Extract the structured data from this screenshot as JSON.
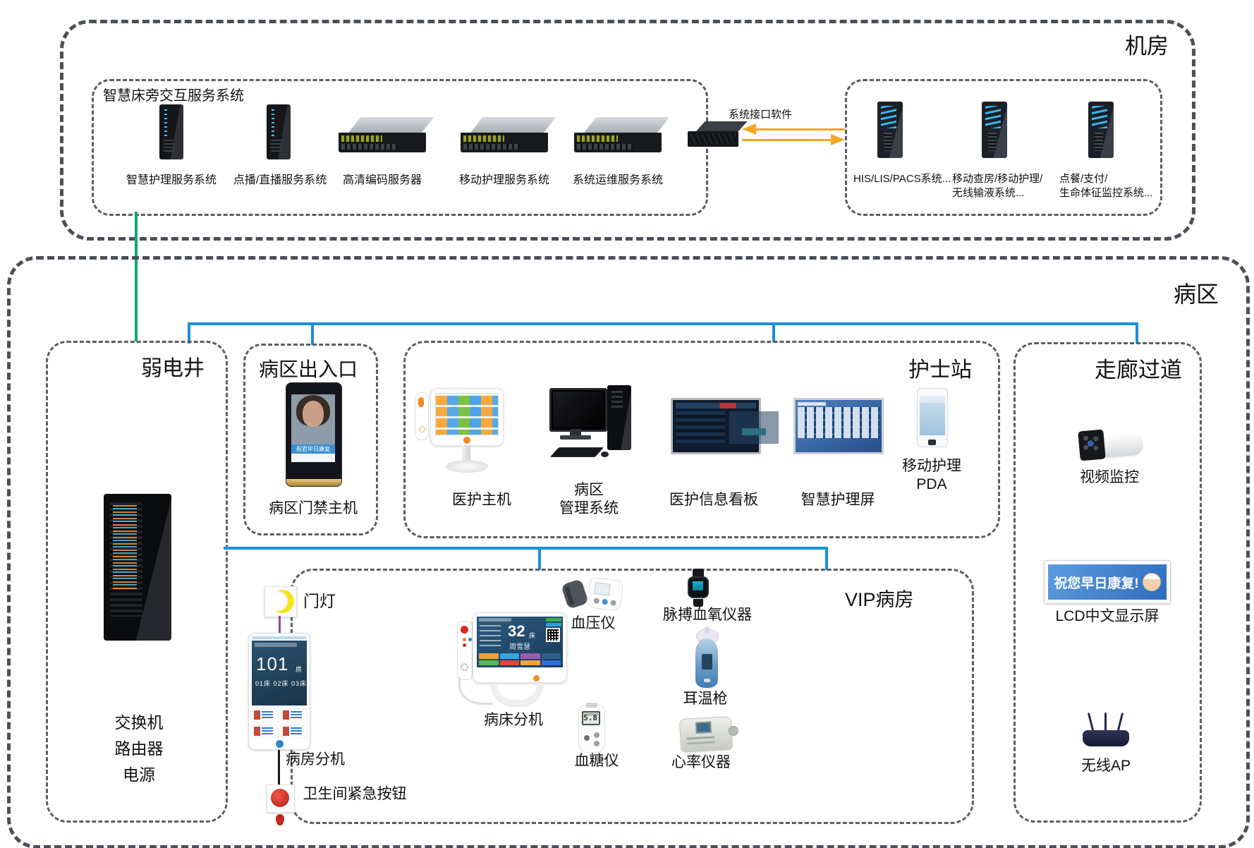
{
  "machine_room": {
    "title": "机房",
    "bedside_system": {
      "title": "智慧床旁交互服务系统",
      "servers": [
        {
          "label": "智慧护理服务系统"
        },
        {
          "label": "点播/直播服务系统"
        },
        {
          "label": "高清编码服务器"
        },
        {
          "label": "移动护理服务系统"
        },
        {
          "label": "系统运维服务系统"
        }
      ]
    },
    "interface_software": {
      "label": "系统接口软件"
    },
    "hospital_systems": {
      "servers": [
        {
          "label": "HIS/LIS/PACS系统..."
        },
        {
          "label": "移动查房/移动护理/\n无线输液系统..."
        },
        {
          "label": "点餐/支付/\n生命体征监控系统..."
        }
      ]
    }
  },
  "ward": {
    "title": "病区",
    "weak_current_well": {
      "title": "弱电井",
      "rack_label": "交换机\n路由器\n电源"
    },
    "entrance": {
      "title": "病区出入口",
      "device_label": "病区门禁主机",
      "device_screen_text": "祝君早日康复"
    },
    "nurse_station": {
      "title": "护士站",
      "devices": [
        {
          "label": "医护主机"
        },
        {
          "label": "病区\n管理系统"
        },
        {
          "label": "医护信息看板"
        },
        {
          "label": "智慧护理屏"
        },
        {
          "label": "移动护理\nPDA"
        }
      ]
    },
    "corridor": {
      "title": "走廊过道",
      "camera_label": "视频监控",
      "lcd_screen_text": "祝您早日康复!",
      "lcd_label": "LCD中文显示屏",
      "ap_label": "无线AP"
    },
    "vip_room": {
      "title": "VIP病房",
      "door_light_label": "门灯",
      "room_extension": {
        "label": "病房分机",
        "screen_room_number": "101",
        "screen_room_unit": "房",
        "screen_beds": "01床 02床 03床"
      },
      "toilet_button_label": "卫生间紧急按钮",
      "bed_extension": {
        "label": "病床分机",
        "screen_bed_number": "32",
        "screen_bed_unit": "床",
        "screen_patient": "周雪慧"
      },
      "bp_label": "血压仪",
      "spo2_label": "脉搏血氧仪器",
      "ear_thermometer_label": "耳温枪",
      "glucose_label": "血糖仪",
      "glucose_value": "5.8",
      "heart_rate_label": "心率仪器"
    }
  },
  "colors": {
    "trunk_blue": "#1791dc",
    "link_green": "#00a878",
    "arrow_orange": "#f5a623",
    "dash_gray": "#4b5056"
  }
}
